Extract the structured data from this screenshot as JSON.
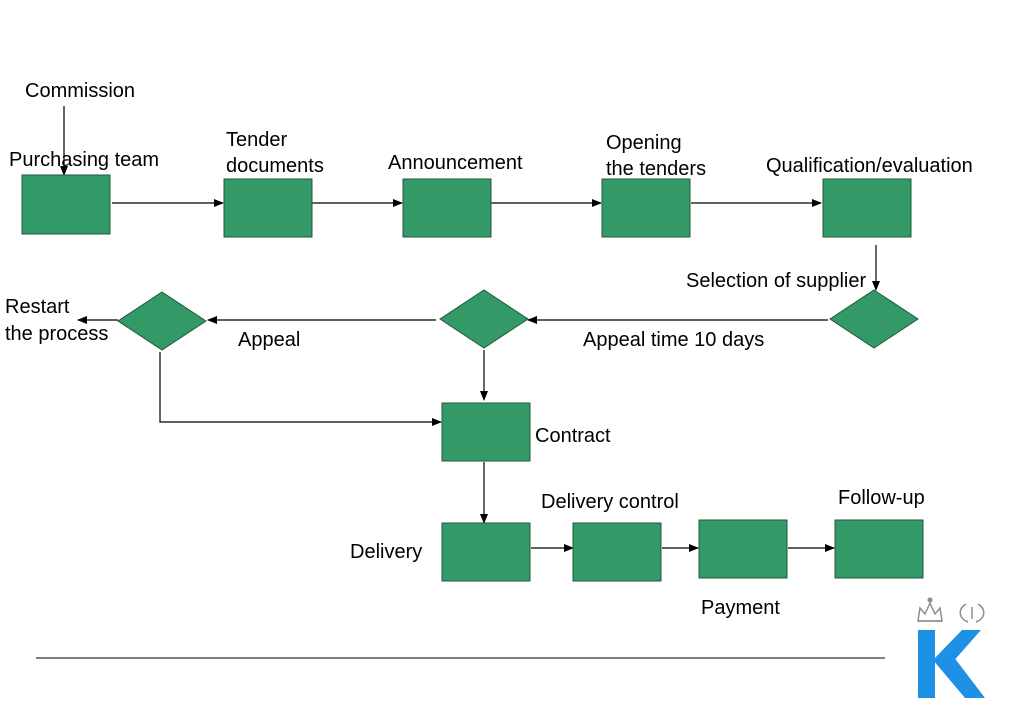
{
  "colors": {
    "node_fill": "#339966",
    "logo_blue": "#1e90e6",
    "crown_gray": "#8a8f96"
  },
  "labels": {
    "commission": "Commission",
    "purchasing_team": "Purchasing team",
    "tender_documents_1": "Tender",
    "tender_documents_2": "documents",
    "announcement": "Announcement",
    "opening_tenders_1": "Opening",
    "opening_tenders_2": "the tenders",
    "qualification": "Qualification/evaluation",
    "selection": "Selection of supplier",
    "restart_1": "Restart",
    "restart_2": "the process",
    "appeal": "Appeal",
    "appeal_time": "Appeal time 10 days",
    "contract": "Contract",
    "delivery_control": "Delivery control",
    "follow_up": "Follow-up",
    "delivery": "Delivery",
    "payment": "Payment"
  },
  "logo": {
    "letter": "K",
    "icon": "crown-and-wreath-logo"
  }
}
